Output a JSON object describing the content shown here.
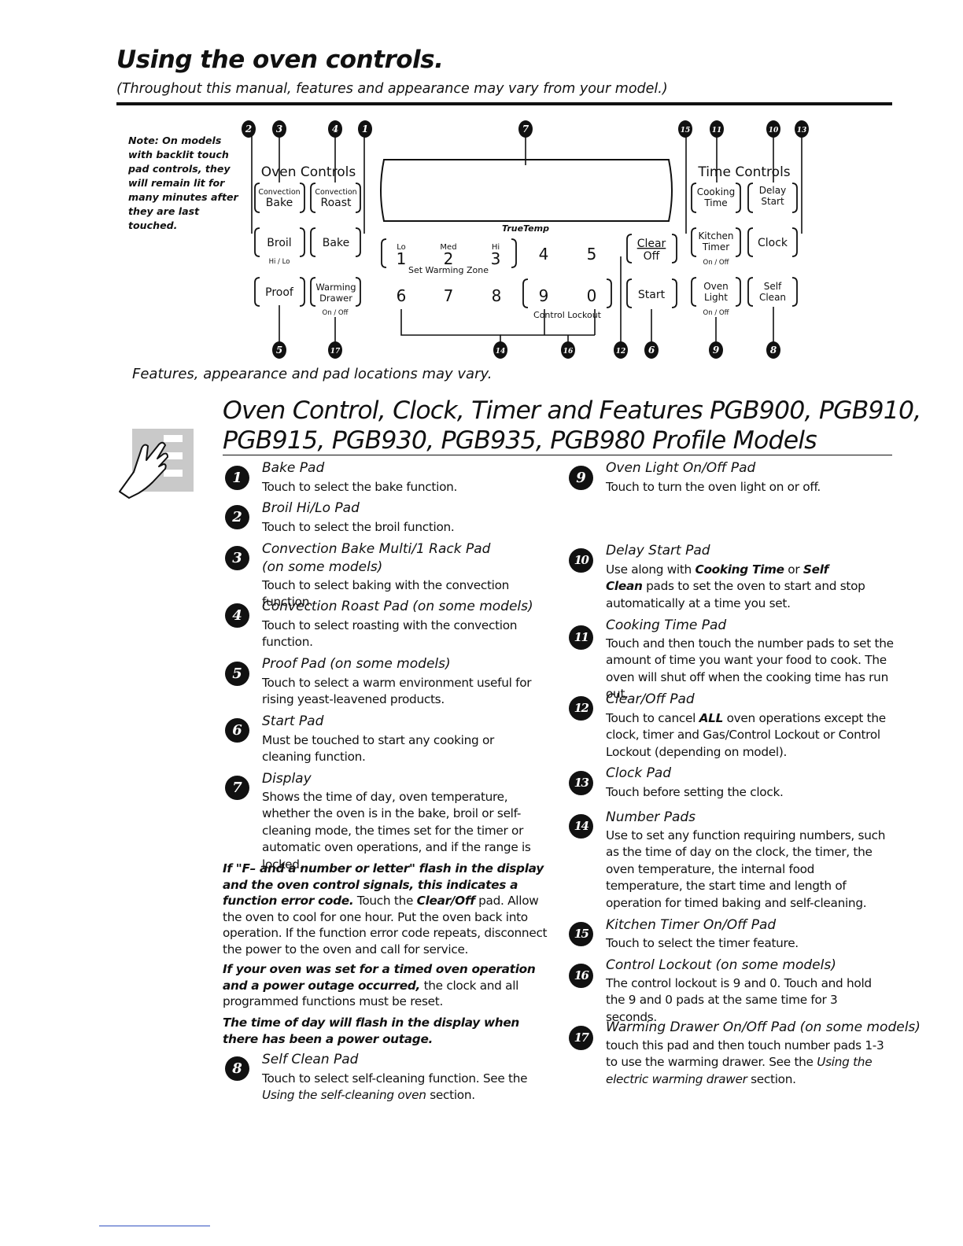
{
  "title": "Using the oven controls.",
  "subtitle": "(Throughout this manual, features and appearance may vary from your model.)",
  "note": "Note: On models with backlit touch pad controls, they will remain lit for many minutes after they are last touched.",
  "panel": {
    "oven_controls_label": "Oven Controls",
    "time_controls_label": "Time Controls",
    "convection_small": "Convection",
    "bake": "Bake",
    "roast": "Roast",
    "broil": "Broil",
    "hi_lo": "Hi / Lo",
    "proof": "Proof",
    "warming_line1": "Warming",
    "warming_line2": "Drawer",
    "on_off": "On / Off",
    "truetemp": "TrueTemp",
    "lo": "Lo",
    "med": "Med",
    "hi": "Hi",
    "set_warming_zone": "Set Warming Zone",
    "control_lockout": "Control Lockout",
    "digits": [
      "1",
      "2",
      "3",
      "4",
      "5",
      "6",
      "7",
      "8",
      "9",
      "0"
    ],
    "clear": "Clear",
    "off": "Off",
    "start": "Start",
    "cooking": "Cooking",
    "time": "Time",
    "delay": "Delay",
    "start_small": "Start",
    "kitchen": "Kitchen",
    "timer": "Timer",
    "clock": "Clock",
    "oven": "Oven",
    "light": "Light",
    "self": "Self",
    "clean": "Clean",
    "callouts_top": [
      "2",
      "3",
      "4",
      "1",
      "7",
      "15",
      "11",
      "10",
      "13"
    ],
    "callouts_bottom": [
      "5",
      "17",
      "14",
      "16",
      "12",
      "6",
      "9",
      "8"
    ]
  },
  "features_vary": "Features, appearance and pad locations may vary.",
  "section_heading_line1": "Oven Control, Clock, Timer and Features PGB900, PGB910,",
  "section_heading_line2": "PGB915, PGB930, PGB935, PGB980 Profile Models",
  "items": {
    "i1": {
      "num": "1",
      "title": "Bake Pad",
      "desc": "Touch to select the bake function."
    },
    "i2": {
      "num": "2",
      "title": "Broil Hi/Lo Pad",
      "desc": "Touch to select the broil function."
    },
    "i3": {
      "num": "3",
      "title1": "Convection Bake Multi/1 Rack Pad",
      "title2": "(on some models)",
      "desc": "Touch to select baking with the convection function."
    },
    "i4": {
      "num": "4",
      "title": "Convection Roast Pad (on some models)",
      "desc": "Touch to select roasting with the convection function."
    },
    "i5": {
      "num": "5",
      "title": "Proof Pad (on some models)",
      "desc": "Touch to select a warm environment useful for rising yeast-leavened products."
    },
    "i6": {
      "num": "6",
      "title": "Start Pad",
      "desc": "Must be touched to start any cooking or cleaning function."
    },
    "i7": {
      "num": "7",
      "title": "Display",
      "desc": "Shows the time of day, oven temperature, whether the oven is in the bake, broil or self-cleaning mode, the times set for the timer or automatic oven operations, and if the range is locked."
    },
    "i8": {
      "num": "8",
      "title": "Self Clean Pad",
      "desc_a": "Touch to select self-cleaning function. See the",
      "desc_b": "Using the self-cleaning oven",
      "desc_c": " section."
    },
    "i9": {
      "num": "9",
      "title": "Oven Light On/Off Pad",
      "desc": "Touch to turn the oven light on or off."
    },
    "i10": {
      "num": "10",
      "title": "Delay Start Pad",
      "desc_a": "Use along with ",
      "desc_b": "Cooking Time",
      "desc_c": " or ",
      "desc_d": "Self Clean",
      "desc_e": " pads to set the oven to start and stop automatically at a time you set."
    },
    "i11": {
      "num": "11",
      "title": "Cooking Time Pad",
      "desc": "Touch and then touch the number pads to set the amount of time you want your food to cook. The oven will shut off when the cooking time has run out."
    },
    "i12": {
      "num": "12",
      "title": "Clear/Off Pad",
      "desc_a": "Touch to cancel ",
      "desc_b": "ALL",
      "desc_c": " oven operations except the clock, timer and Gas/Control Lockout or Control Lockout (depending on model)."
    },
    "i13": {
      "num": "13",
      "title": "Clock Pad",
      "desc": "Touch before setting the clock."
    },
    "i14": {
      "num": "14",
      "title": "Number Pads",
      "desc": "Use to set any function requiring numbers, such as the time of day on the clock, the timer, the oven temperature, the internal food temperature, the start time and length of operation for timed baking and self-cleaning."
    },
    "i15": {
      "num": "15",
      "title": "Kitchen Timer On/Off Pad",
      "desc": "Touch to select the timer feature."
    },
    "i16": {
      "num": "16",
      "title": "Control Lockout (on some models)",
      "desc": "The control lockout is 9 and 0. Touch and hold the 9 and 0 pads at the same time for 3 seconds."
    },
    "i17": {
      "num": "17",
      "title": "Warming Drawer On/Off Pad (on some models)",
      "desc_a": "touch this pad and then touch number pads 1-3 to use the warming drawer. See the ",
      "desc_b": "Using the electric warming drawer",
      "desc_c": " section."
    }
  },
  "paragraphs": {
    "p1_em": "If \"F– and a number or letter\" flash in the display and the oven control signals, this indicates a function error code.",
    "p1_a": " Touch the ",
    "p1_b": "Clear/Off",
    "p1_c": " pad. Allow the oven to cool for one hour. Put the oven back into operation. If the function error code repeats, disconnect the power to the oven and call for service.",
    "p2_em": "If your oven was set for a timed oven operation and a power outage occurred,",
    "p2_a": " the clock and all programmed functions must be reset.",
    "p3_em": "The time of day will flash in the display when there has been a power outage."
  }
}
